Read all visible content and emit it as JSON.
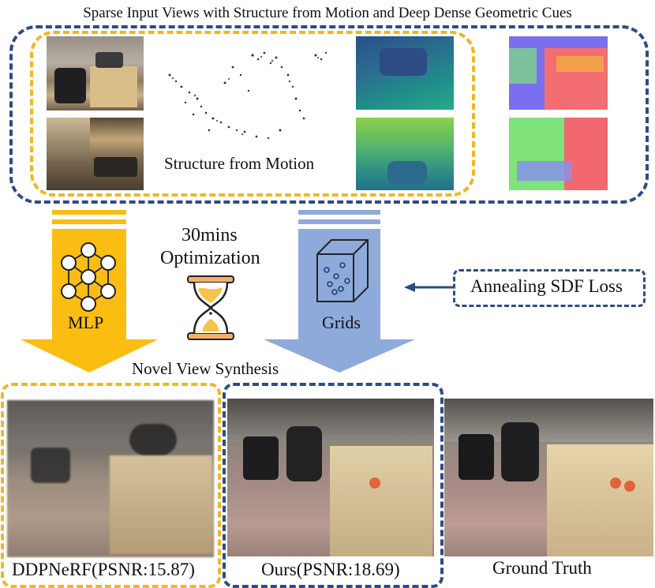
{
  "title": "Sparse Input Views with Structure from Motion and Deep Dense Geometric Cues",
  "sfm_label": "Structure from Motion",
  "optimization": {
    "line1": "30mins",
    "line2": "Optimization"
  },
  "mlp_label": "MLP",
  "grids_label": "Grids",
  "annealing_label": "Annealing SDF Loss",
  "novel_view_label": "Novel View Synthesis",
  "results": {
    "ddpnerf": "DDPNeRF(PSNR:15.87)",
    "ours": "Ours(PSNR:18.69)",
    "gt": "Ground Truth"
  },
  "colors": {
    "blue_dash": "#2e4b86",
    "gold_dash": "#f2b624",
    "mlp_arrow": "#fbbd12",
    "grid_arrow": "#8eaadb",
    "annealing_arrow": "#2e4b86"
  }
}
